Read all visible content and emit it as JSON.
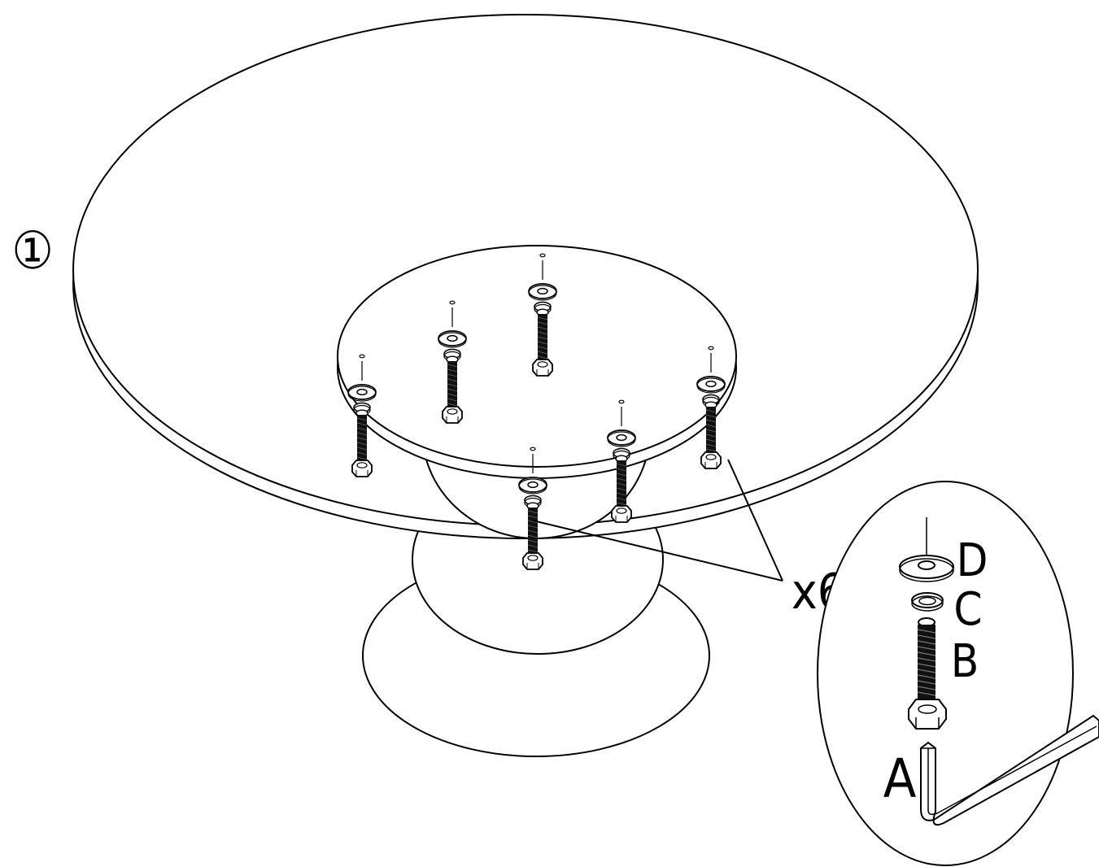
{
  "step_number": "①",
  "quantity_label": "x6",
  "part_labels": {
    "A": "A",
    "B": "B",
    "C": "C",
    "D": "D"
  },
  "parts": [
    {
      "id": "A",
      "icon": "allen-key-icon"
    },
    {
      "id": "B",
      "icon": "bolt-icon"
    },
    {
      "id": "C",
      "icon": "spring-washer-icon"
    },
    {
      "id": "D",
      "icon": "flat-washer-icon"
    }
  ],
  "colors": {
    "line": "#000000",
    "background": "#ffffff"
  }
}
